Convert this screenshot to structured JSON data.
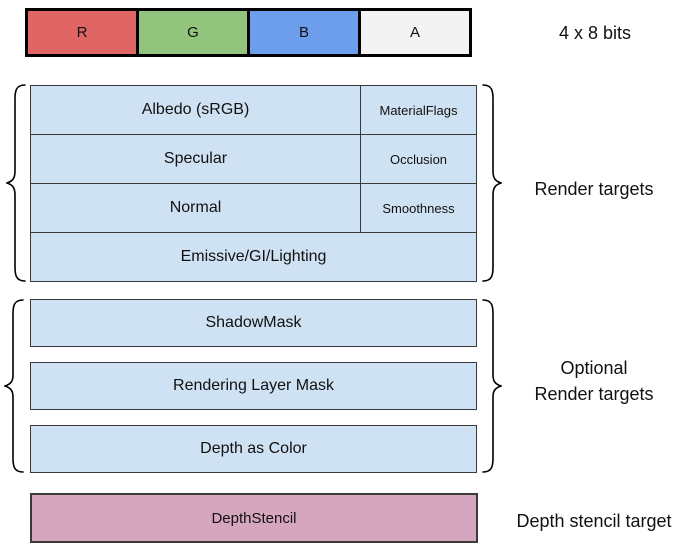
{
  "format_bar": {
    "cells": [
      {
        "label": "R",
        "color": "#e06666"
      },
      {
        "label": "G",
        "color": "#93c47d"
      },
      {
        "label": "B",
        "color": "#6d9eeb"
      },
      {
        "label": "A",
        "color": "#f3f3f3"
      }
    ],
    "caption": "4 x 8 bits"
  },
  "render_targets": {
    "label": "Render targets",
    "rows": [
      {
        "main": "Albedo (sRGB)",
        "side": "MaterialFlags"
      },
      {
        "main": "Specular",
        "side": "Occlusion"
      },
      {
        "main": "Normal",
        "side": "Smoothness"
      }
    ],
    "full_row": "Emissive/GI/Lighting"
  },
  "optional_targets": {
    "label_line1": "Optional",
    "label_line2": "Render targets",
    "items": [
      "ShadowMask",
      "Rendering Layer Mask",
      "Depth as Color"
    ]
  },
  "depth_stencil": {
    "box_label": "DepthStencil",
    "label": "Depth stencil target",
    "color": "#d5a6bd"
  },
  "colors": {
    "cell_blue": "#cfe2f3",
    "border": "#3a3a3a"
  }
}
